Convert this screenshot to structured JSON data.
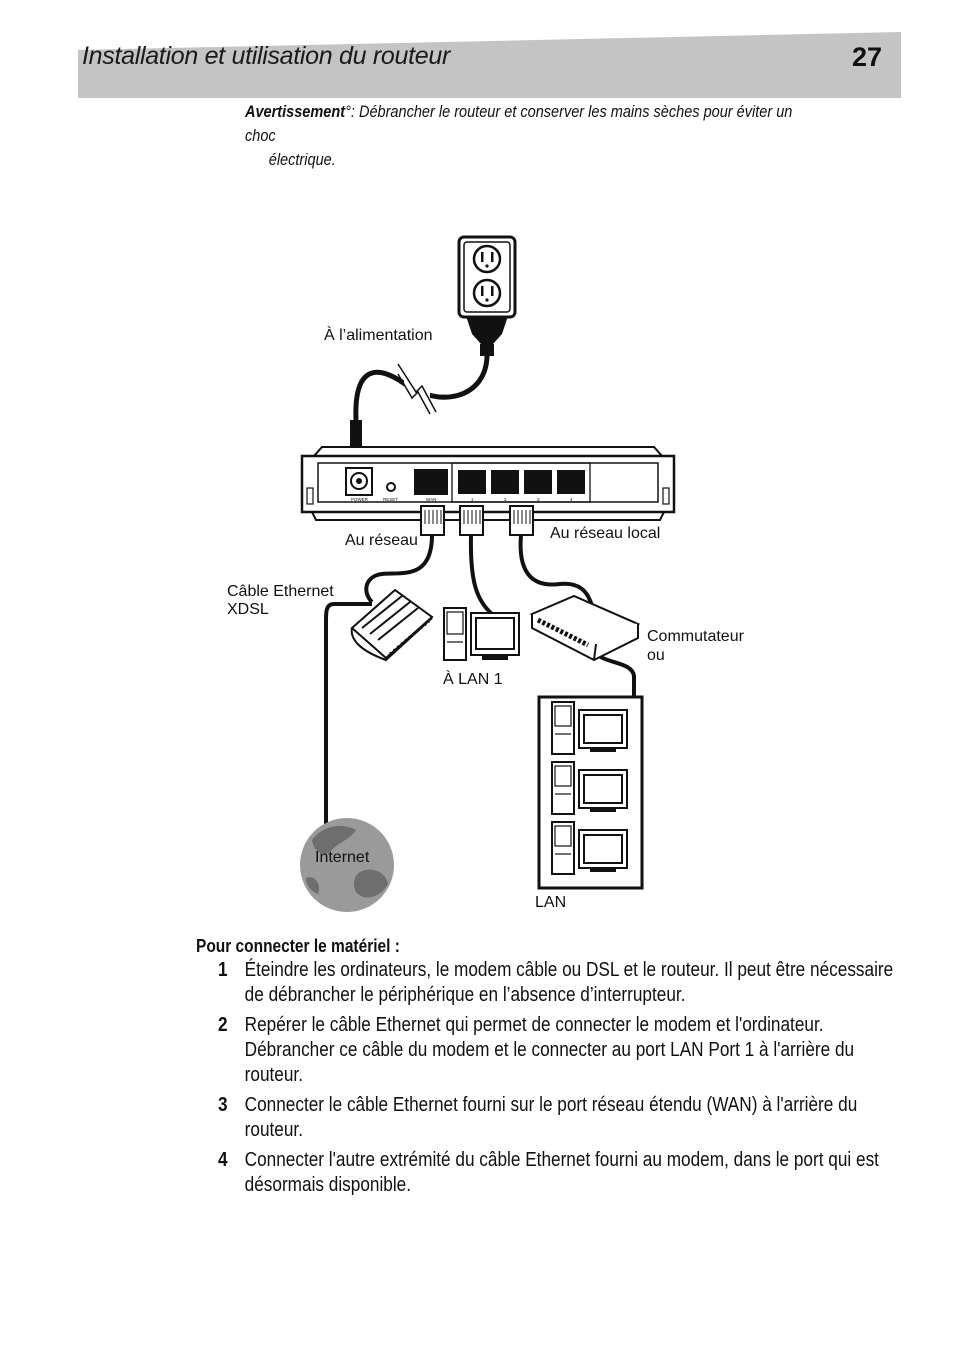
{
  "header": {
    "title": "Installation et utilisation du routeur",
    "page_number": "27"
  },
  "warning": {
    "label": "Avertissement",
    "text_line1": "°: Débrancher le routeur et conserver les mains sèches pour éviter un choc",
    "text_line2": "électrique."
  },
  "diagram": {
    "labels": {
      "power": "À l’alimentation",
      "network": "Au réseau",
      "local_network": "Au réseau local",
      "cable_line1": "Câble Ethernet",
      "cable_line2": "XDSL",
      "switch_line1": "Commutateur",
      "switch_line2": "ou",
      "lan1": "À LAN 1",
      "internet": "Internet",
      "lan": "LAN"
    },
    "router_port_labels": [
      "POWER",
      "RESET",
      "WAN",
      "1",
      "2",
      "3",
      "4"
    ]
  },
  "instructions": {
    "heading": "Pour connecter le matériel :",
    "steps": [
      {
        "number": "1",
        "text": "Éteindre les ordinateurs, le modem câble ou DSL et le routeur. Il peut être nécessaire de débrancher le périphérique en l’absence d’interrupteur."
      },
      {
        "number": "2",
        "text": "Repérer le câble Ethernet qui permet de connecter le modem et l'ordinateur. Débrancher ce câble du modem et le connecter au port LAN Port 1 à l'arrière du routeur."
      },
      {
        "number": "3",
        "text": "Connecter le câble Ethernet fourni sur le port réseau étendu (WAN) à l'arrière du routeur."
      },
      {
        "number": "4",
        "text": "Connecter l'autre extrémité du câble Ethernet fourni au modem, dans le port qui est désormais disponible."
      }
    ]
  }
}
